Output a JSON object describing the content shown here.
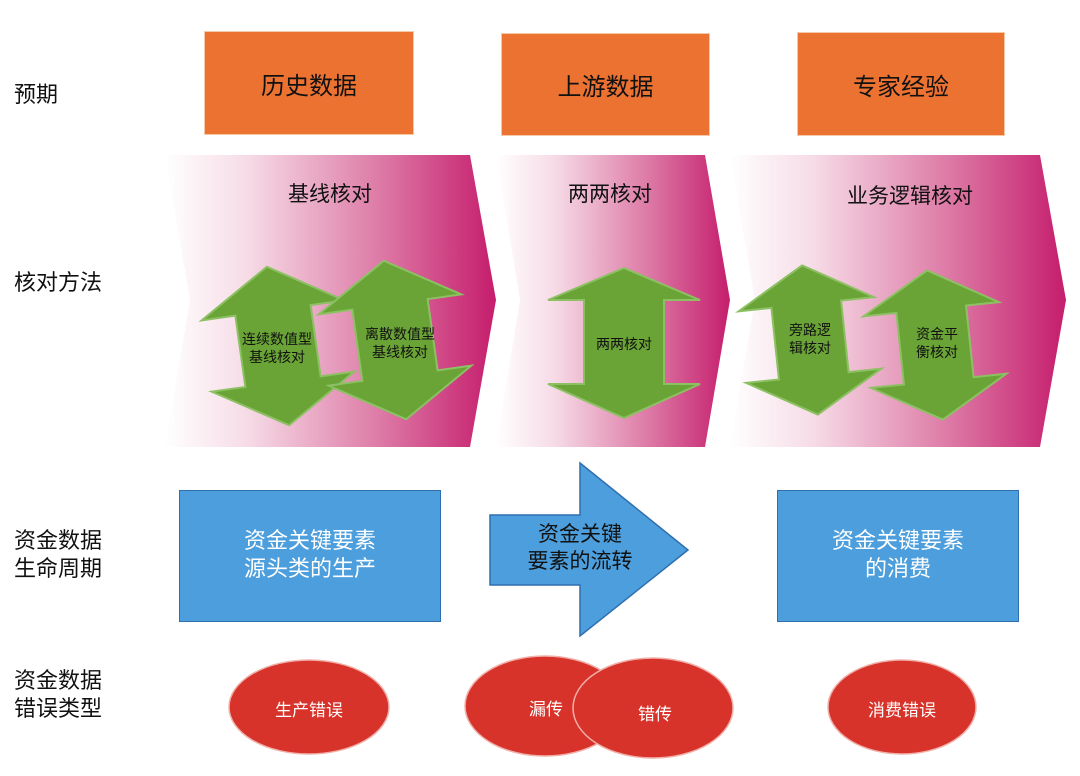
{
  "row_labels": {
    "expectation": "预期",
    "method": "核对方法",
    "lifecycle": "资金数据\n生命周期",
    "error_types": "资金数据\n错误类型"
  },
  "expectation_boxes": [
    "历史数据",
    "上游数据",
    "专家经验"
  ],
  "method_chevrons": [
    "基线核对",
    "两两核对",
    "业务逻辑核对"
  ],
  "method_arrows": {
    "baseline_continuous": "连续数值型\n基线核对",
    "baseline_discrete": "离散数值型\n基线核对",
    "pairwise": "两两核对",
    "bypass_logic": "旁路逻\n辑核对",
    "fund_balance": "资金平\n衡核对"
  },
  "lifecycle": {
    "production": "资金关键要素\n源头类的生产",
    "flow": "资金关键\n要素的流转",
    "consumption": "资金关键要素\n的消费"
  },
  "errors": {
    "production": "生产错误",
    "omission": "漏传",
    "wrong": "错传",
    "consumption": "消费错误"
  },
  "colors": {
    "orange": "#ec7232",
    "magenta": "#c8206e",
    "green": "#6aa436",
    "blue": "#4c9edc",
    "red": "#d7332a"
  }
}
